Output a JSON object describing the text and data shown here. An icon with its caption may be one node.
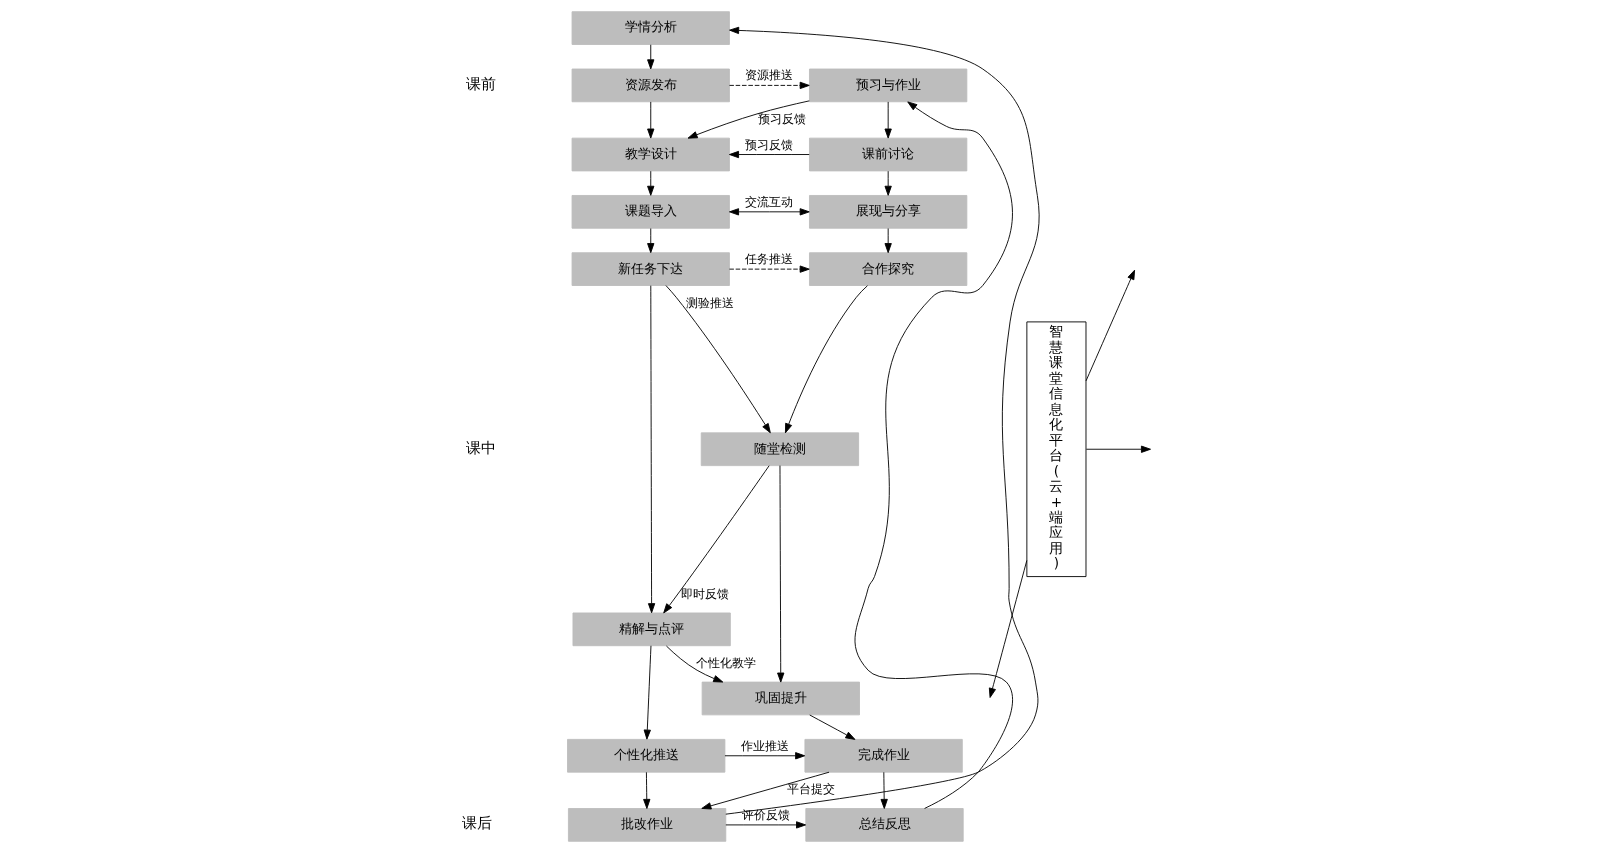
{
  "diagram": {
    "nodes": [
      {
        "text": [
          "学情分析"
        ]
      },
      {
        "text": [
          "资源发布"
        ]
      },
      {
        "text": [
          "教学设计"
        ]
      },
      {
        "text": [
          "课题导入"
        ]
      },
      {
        "text": [
          "新任务下达"
        ]
      },
      {
        "text": [
          "精解与点评"
        ]
      },
      {
        "text": [
          "个性化推送"
        ]
      },
      {
        "text": [
          "批改作业"
        ]
      },
      {
        "text": [
          "预习与作业"
        ]
      },
      {
        "text": [
          "课前讨论"
        ]
      },
      {
        "text": [
          "展现与分享"
        ]
      },
      {
        "text": [
          "合作探究"
        ]
      },
      {
        "text": [
          "随堂检测"
        ]
      },
      {
        "text": [
          "巩固提升"
        ]
      },
      {
        "text": [
          "完成作业"
        ]
      },
      {
        "text": [
          "总结反思"
        ]
      },
      {
        "text": [
          "智慧课堂信息化平台(云+端应用)"
        ]
      }
    ],
    "edges": [
      {
        "from": 0,
        "to": 1,
        "arrow": "to"
      },
      {
        "from": 1,
        "to": 2,
        "arrow": "to"
      },
      {
        "from": 2,
        "to": 3,
        "arrow": "to"
      },
      {
        "from": 3,
        "to": 4,
        "arrow": "to"
      },
      {
        "from": 4,
        "to": 5,
        "arrow": "to"
      },
      {
        "from": 5,
        "to": 6,
        "arrow": "to"
      },
      {
        "from": 6,
        "to": 7,
        "arrow": "to"
      },
      {
        "from": 7,
        "to": 0,
        "arrow": "to"
      },
      {
        "from": 8,
        "to": 9,
        "arrow": "to"
      },
      {
        "from": 9,
        "to": 10,
        "arrow": "to"
      },
      {
        "from": 10,
        "to": 11,
        "arrow": "to"
      },
      {
        "from": 11,
        "to": 12,
        "arrow": "to"
      },
      {
        "from": 12,
        "to": 13,
        "arrow": "to"
      },
      {
        "from": 13,
        "to": 14,
        "arrow": "to"
      },
      {
        "from": 14,
        "to": 15,
        "arrow": "to"
      },
      {
        "from": 15,
        "to": 8,
        "arrow": "to"
      },
      {
        "from": 1,
        "to": 8,
        "label": "资源推送",
        "arrow": "to",
        "style": "dashed"
      },
      {
        "from": 8,
        "to": 2,
        "label": "预习反馈",
        "arrow": "to"
      },
      {
        "from": 9,
        "to": 2,
        "label": "预习反馈",
        "arrow": "to"
      },
      {
        "from": 3,
        "to": 10,
        "label": "交流互动",
        "arrow": "both"
      },
      {
        "from": 4,
        "to": 11,
        "label": "任务推送",
        "arrow": "to",
        "style": "dashed"
      },
      {
        "from": 4,
        "to": 12,
        "label": "测验推送",
        "arrow": "to"
      },
      {
        "from": 12,
        "to": 5,
        "label": "即时反馈",
        "arrow": "to"
      },
      {
        "from": 5,
        "to": 13,
        "label": "个性化教学",
        "arrow": "to"
      },
      {
        "from": 6,
        "to": 14,
        "label": "作业推送",
        "arrow": "to"
      },
      {
        "from": 14,
        "to": 7,
        "label": "平台提交",
        "arrow": "to"
      },
      {
        "from": 7,
        "to": 15,
        "label": "评价反馈",
        "arrow": "to"
      },
      {
        "from": 16,
        "to": null,
        "arrow": "to"
      },
      {
        "from": 16,
        "to": null,
        "arrow": "to"
      },
      {
        "from": 16,
        "to": null,
        "arrow": "to"
      }
    ],
    "labels": [
      "课前",
      "课中",
      "课后"
    ]
  }
}
